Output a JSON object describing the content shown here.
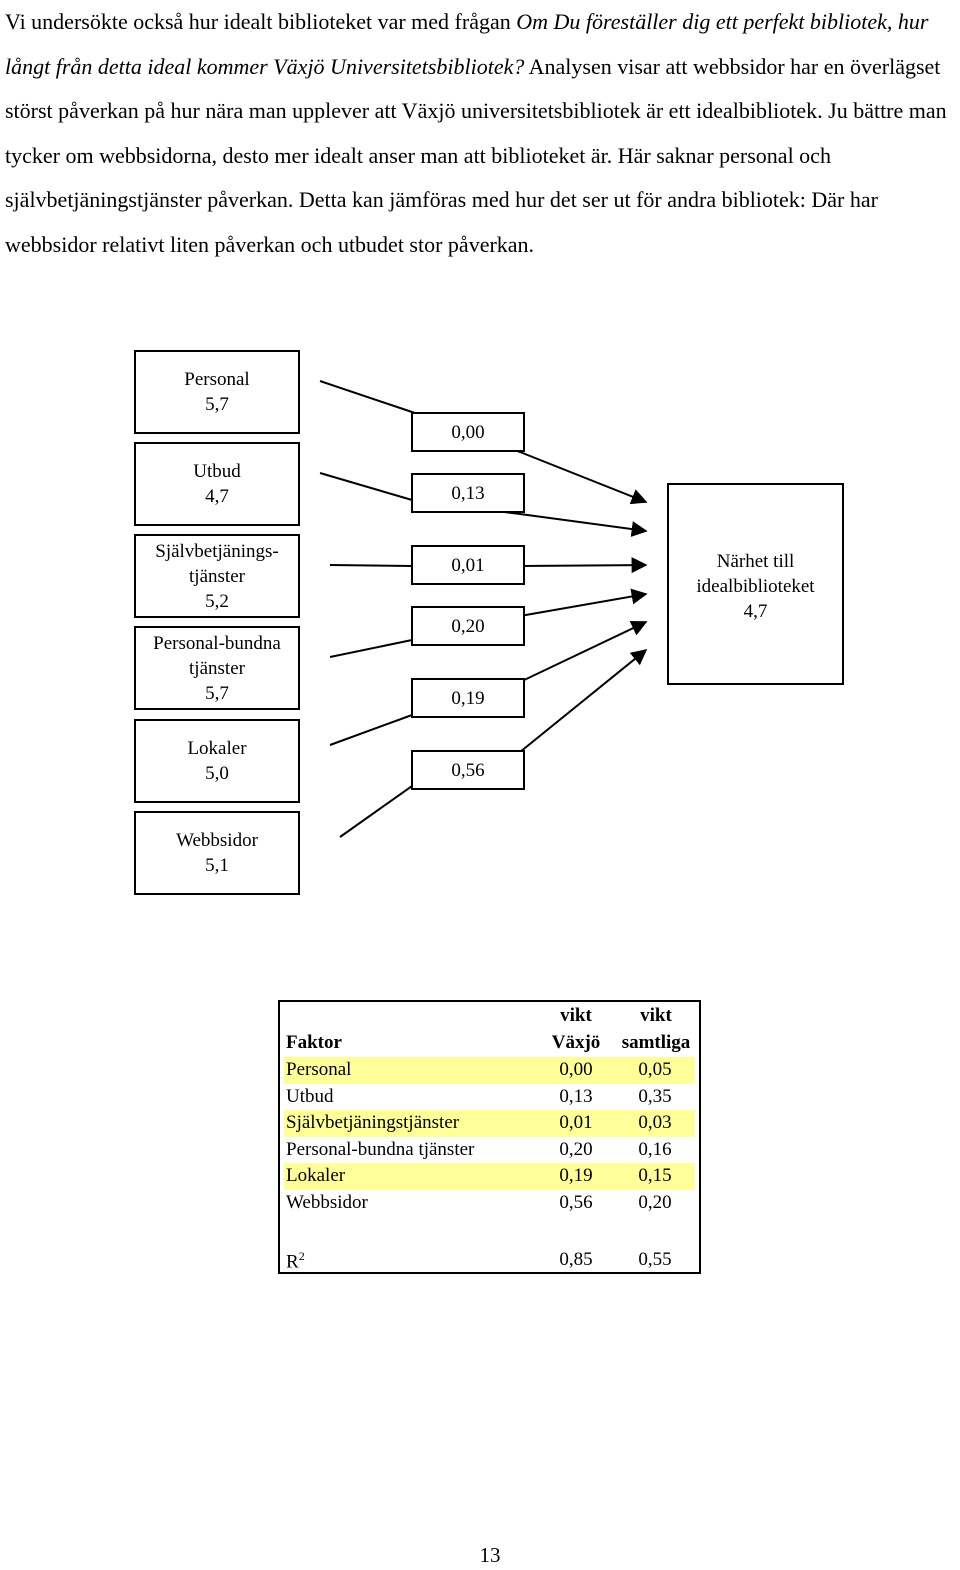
{
  "paragraph": {
    "plain1": "Vi undersökte också hur idealt biblioteket var med frågan ",
    "question": "Om Du föreställer dig ett perfekt bibliotek, hur långt från detta ideal kommer Växjö Universitetsbibliotek?",
    "plain2": " Analysen visar att webbsidor har en överlägset störst påverkan på hur nära man upplever att Växjö universitetsbibliotek är ett idealbibliotek. Ju bättre man tycker om webbsidorna, desto mer idealt anser man att biblioteket är. Här saknar personal och självbetjäningstjänster påverkan. Detta kan jämföras med hur det ser ut för andra bibliotek: Där har webbsidor relativt liten påverkan och utbudet stor påverkan."
  },
  "diagram": {
    "factors": [
      {
        "name": "Personal",
        "score": "5,7"
      },
      {
        "name": "Utbud",
        "score": "4,7"
      },
      {
        "name_line1": "Självbetjänings-",
        "name_line2": "tjänster",
        "score": "5,2"
      },
      {
        "name_line1": "Personal-bundna",
        "name_line2": "tjänster",
        "score": "5,7"
      },
      {
        "name": "Lokaler",
        "score": "5,0"
      },
      {
        "name": "Webbsidor",
        "score": "5,1"
      }
    ],
    "weights": [
      "0,00",
      "0,13",
      "0,01",
      "0,20",
      "0,19",
      "0,56"
    ],
    "target": {
      "line1": "Närhet till",
      "line2": "idealbiblioteket",
      "score": "4,7"
    }
  },
  "table": {
    "col_header_1": "Faktor",
    "col_header_2_line1": "vikt",
    "col_header_2_line2": "Växjö",
    "col_header_3_line1": "vikt",
    "col_header_3_line2": "samtliga",
    "rows": [
      {
        "factor": "Personal",
        "vaxjo": "0,00",
        "samtliga": "0,05"
      },
      {
        "factor": "Utbud",
        "vaxjo": "0,13",
        "samtliga": "0,35"
      },
      {
        "factor": "Självbetjäningstjänster",
        "vaxjo": "0,01",
        "samtliga": "0,03"
      },
      {
        "factor": "Personal-bundna tjänster",
        "vaxjo": "0,20",
        "samtliga": "0,16"
      },
      {
        "factor": "Lokaler",
        "vaxjo": "0,19",
        "samtliga": "0,15"
      },
      {
        "factor": "Webbsidor",
        "vaxjo": "0,56",
        "samtliga": "0,20"
      }
    ],
    "r2_label": "R",
    "r2_sup": "2",
    "r2_vaxjo": "0,85",
    "r2_samtliga": "0,55",
    "highlight_color": "#ffff99"
  },
  "page_number": "13"
}
